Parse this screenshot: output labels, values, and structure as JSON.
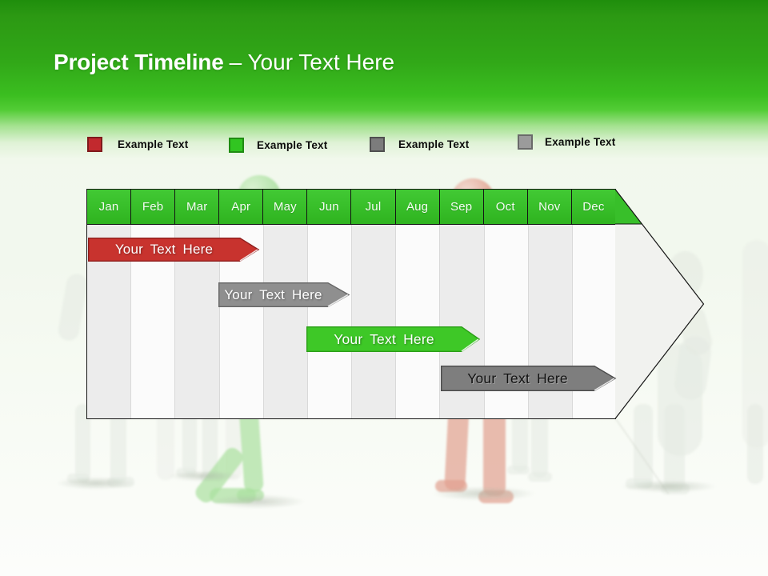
{
  "header": {
    "title_bold": "Project Timeline",
    "title_light": "– Your Text Here"
  },
  "legend": {
    "items": [
      {
        "label": "Example Text",
        "color": "#C2292E"
      },
      {
        "label": "Example Text",
        "color": "#31C521"
      },
      {
        "label": "Example Text",
        "color": "#7C7C7C"
      },
      {
        "label": "Example Text",
        "color": "#9B9B9B"
      }
    ]
  },
  "timeline": {
    "months": [
      "Jan",
      "Feb",
      "Mar",
      "Apr",
      "May",
      "Jun",
      "Jul",
      "Aug",
      "Sep",
      "Oct",
      "Nov",
      "Dec"
    ],
    "bars": [
      {
        "label": "Your  Text Here",
        "color": "#C8332E",
        "text_color": "#FFFFFF",
        "start_month": 1.0,
        "end_month": 3.9
      },
      {
        "label": "Your  Text Here",
        "color": "#8F8F8F",
        "text_color": "#FFFFFF",
        "start_month": 4.0,
        "end_month": 6.0
      },
      {
        "label": "Your  Text Here",
        "color": "#3EC827",
        "text_color": "#FFFFFF",
        "start_month": 6.0,
        "end_month": 8.9
      },
      {
        "label": "Your  Text Here",
        "color": "#7E7E7E",
        "text_color": "#111111",
        "start_month": 9.0,
        "end_month": 12.0
      }
    ]
  },
  "colors": {
    "header_green": "#35B31C",
    "month_green": "#38BF2A",
    "outline": "#141414",
    "col_gray": "#ECECEC",
    "col_white": "#FBFBFB",
    "tip_fill": "#F1F2EF",
    "bar_red": "#C8332E",
    "bar_red_stroke": "#8E1F1E",
    "bar_gray": "#8F8F8F",
    "bar_gray_stroke": "#666666",
    "bar_green": "#3EC827",
    "bar_green_stroke": "#2B9E17",
    "bar_darkgray": "#7E7E7E",
    "bar_darkgray_stroke": "#4A4A4A",
    "legend_red": "#C2292E",
    "legend_red_border": "#7F1A1C",
    "legend_green": "#31C521",
    "legend_green_border": "#1F8C12",
    "legend_gray_dark": "#7C7C7C",
    "legend_gray_dark_border": "#4F4F4F",
    "legend_gray": "#9B9B9B",
    "legend_gray_border": "#6A6A6A",
    "fig_white": "#E4E9E1",
    "fig_green": "#A9DF9E",
    "fig_red": "#E19F8E"
  }
}
